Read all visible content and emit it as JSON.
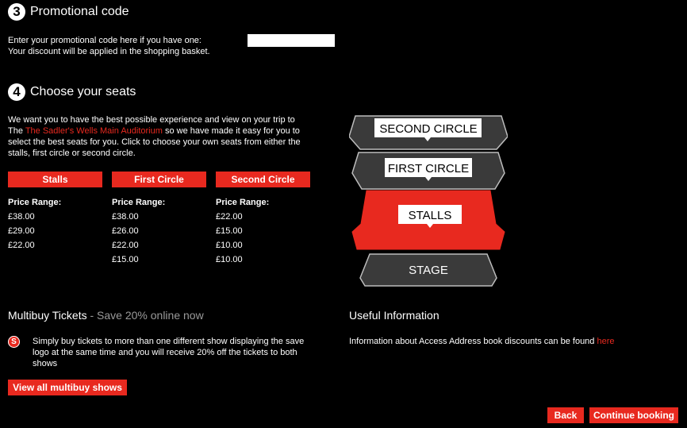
{
  "promo": {
    "step_number": "3",
    "title": "Promotional code",
    "text_line1": "Enter your promotional code here if you have one:",
    "text_line2": "Your discount will be applied in the shopping basket.",
    "input_value": ""
  },
  "seats": {
    "step_number": "4",
    "title": "Choose your seats",
    "desc_line1": "We want you to have the best possible experience and view on your trip to",
    "desc_line2_pre": "The ",
    "desc_line2_link": "The Sadler's Wells Main Auditorium",
    "desc_line2_post": " so we have made it easy for you to",
    "desc_line3": "select the best seats for you. Click to choose your own seats from either the",
    "desc_line4": "stalls, first circle or second circle.",
    "price_range_label": "Price Range:",
    "sections": [
      {
        "label": "Stalls",
        "prices": [
          "£38.00",
          "£29.00",
          "£22.00"
        ]
      },
      {
        "label": "First Circle",
        "prices": [
          "£38.00",
          "£26.00",
          "£22.00",
          "£15.00"
        ]
      },
      {
        "label": "Second Circle",
        "prices": [
          "£22.00",
          "£15.00",
          "£10.00",
          "£10.00"
        ]
      }
    ]
  },
  "seat_map": {
    "second_circle": "SECOND CIRCLE",
    "first_circle": "FIRST CIRCLE",
    "stalls": "STALLS",
    "stage": "STAGE",
    "accent_color": "#e8291f"
  },
  "multibuy": {
    "title": "Multibuy Tickets",
    "title_suffix": " - Save 20% online now",
    "icon_letter": "S",
    "text_line1": "Simply buy tickets to more than one different show displaying the save",
    "text_line2": "logo at the same time and you will receive 20% off the tickets to both",
    "text_line3": "shows",
    "button_label": "View all multibuy shows"
  },
  "useful": {
    "title": "Useful Information",
    "text": "Information about Access Address book discounts can be found ",
    "link": "here"
  },
  "nav": {
    "back_label": "Back",
    "continue_label": "Continue booking"
  }
}
